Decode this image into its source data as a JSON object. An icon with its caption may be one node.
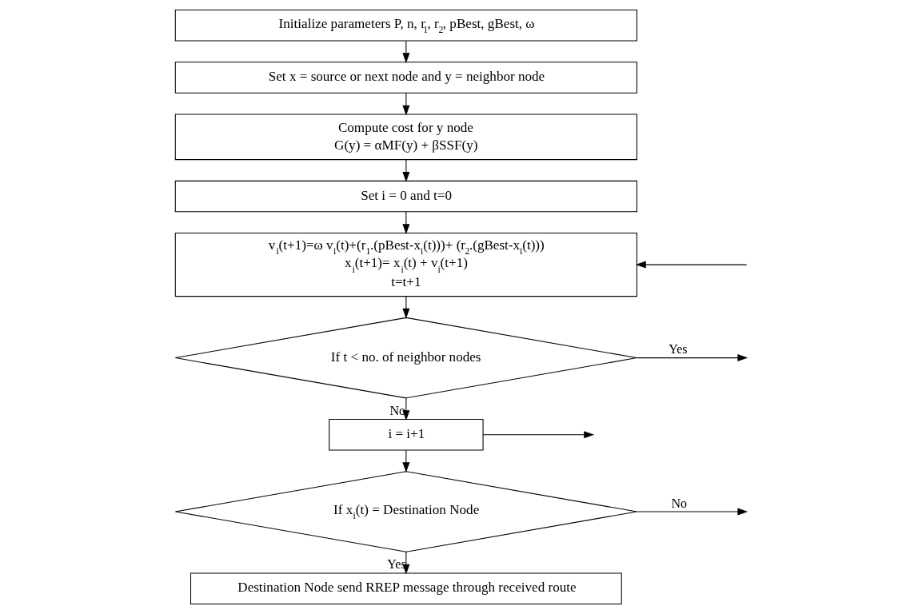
{
  "diagram": {
    "nodes": [
      {
        "text": [
          "Initialize parameters P, n, r$_{1}$, r$_{2}$, pBest, gBest, ω"
        ]
      },
      {
        "text": [
          "Set x = source or next node and y = neighbor node"
        ]
      },
      {
        "text": [
          "Compute cost for y node",
          "G(y) = αMF(y) + βSSF(y)"
        ]
      },
      {
        "text": [
          "Set i = 0 and t=0"
        ]
      },
      {
        "text": [
          "v$_{i}$(t+1)=ω v$_{i}$(t)+(r$_{1}$.(pBest-x$_{i}$(t)))+ (r$_{2}$.(gBest-x$_{i}$(t)))",
          "x$_{i}$(t+1)= x$_{i}$(t) + v$_{i}$(t+1)",
          "t=t+1"
        ]
      },
      {
        "text": [
          "If t < no. of neighbor nodes"
        ]
      },
      {
        "text": [
          "i = i+1"
        ]
      },
      {
        "text": [
          "If x$_{i}$(t) = Destination Node"
        ]
      },
      {
        "text": [
          "Destination Node send RREP message through received route"
        ]
      }
    ],
    "edges": [
      {
        "from": 0,
        "to": 1,
        "arrow": "to"
      },
      {
        "from": 1,
        "to": 2,
        "arrow": "to"
      },
      {
        "from": 2,
        "to": 3,
        "arrow": "to"
      },
      {
        "from": 3,
        "to": 4,
        "arrow": "to"
      },
      {
        "from": null,
        "to": 4,
        "arrow": "to"
      },
      {
        "from": 4,
        "to": 5,
        "arrow": "to"
      },
      {
        "from": 5,
        "to": null,
        "label": "Yes",
        "arrow": "to"
      },
      {
        "from": 5,
        "to": 6,
        "label": "No",
        "arrow": "to"
      },
      {
        "from": 6,
        "to": null,
        "arrow": "to"
      },
      {
        "from": 6,
        "to": 7,
        "arrow": "to"
      },
      {
        "from": 7,
        "to": null,
        "label": "No",
        "arrow": "to"
      },
      {
        "from": 7,
        "to": 8,
        "label": "Yes",
        "arrow": "to"
      }
    ]
  }
}
